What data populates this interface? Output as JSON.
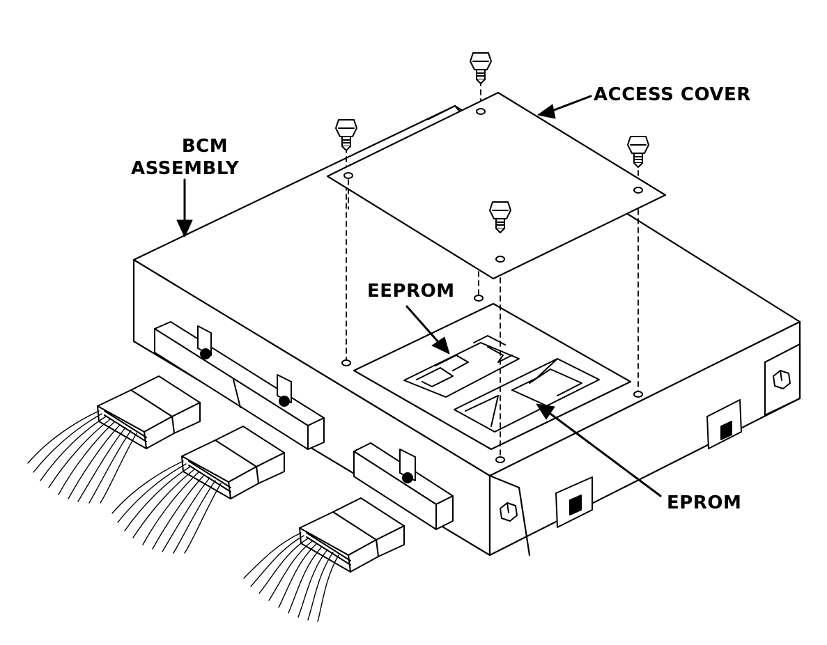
{
  "labels": {
    "bcm_line1": "BCM",
    "bcm_line2": "ASSEMBLY",
    "access_cover": "ACCESS COVER",
    "eeprom": "EEPROM",
    "eprom": "EPROM"
  },
  "colors": {
    "ink": "#000000",
    "paper": "#ffffff"
  },
  "icons": {
    "screw": "screw-icon",
    "bolt": "hex-bolt-icon",
    "arrow": "arrow-icon"
  }
}
